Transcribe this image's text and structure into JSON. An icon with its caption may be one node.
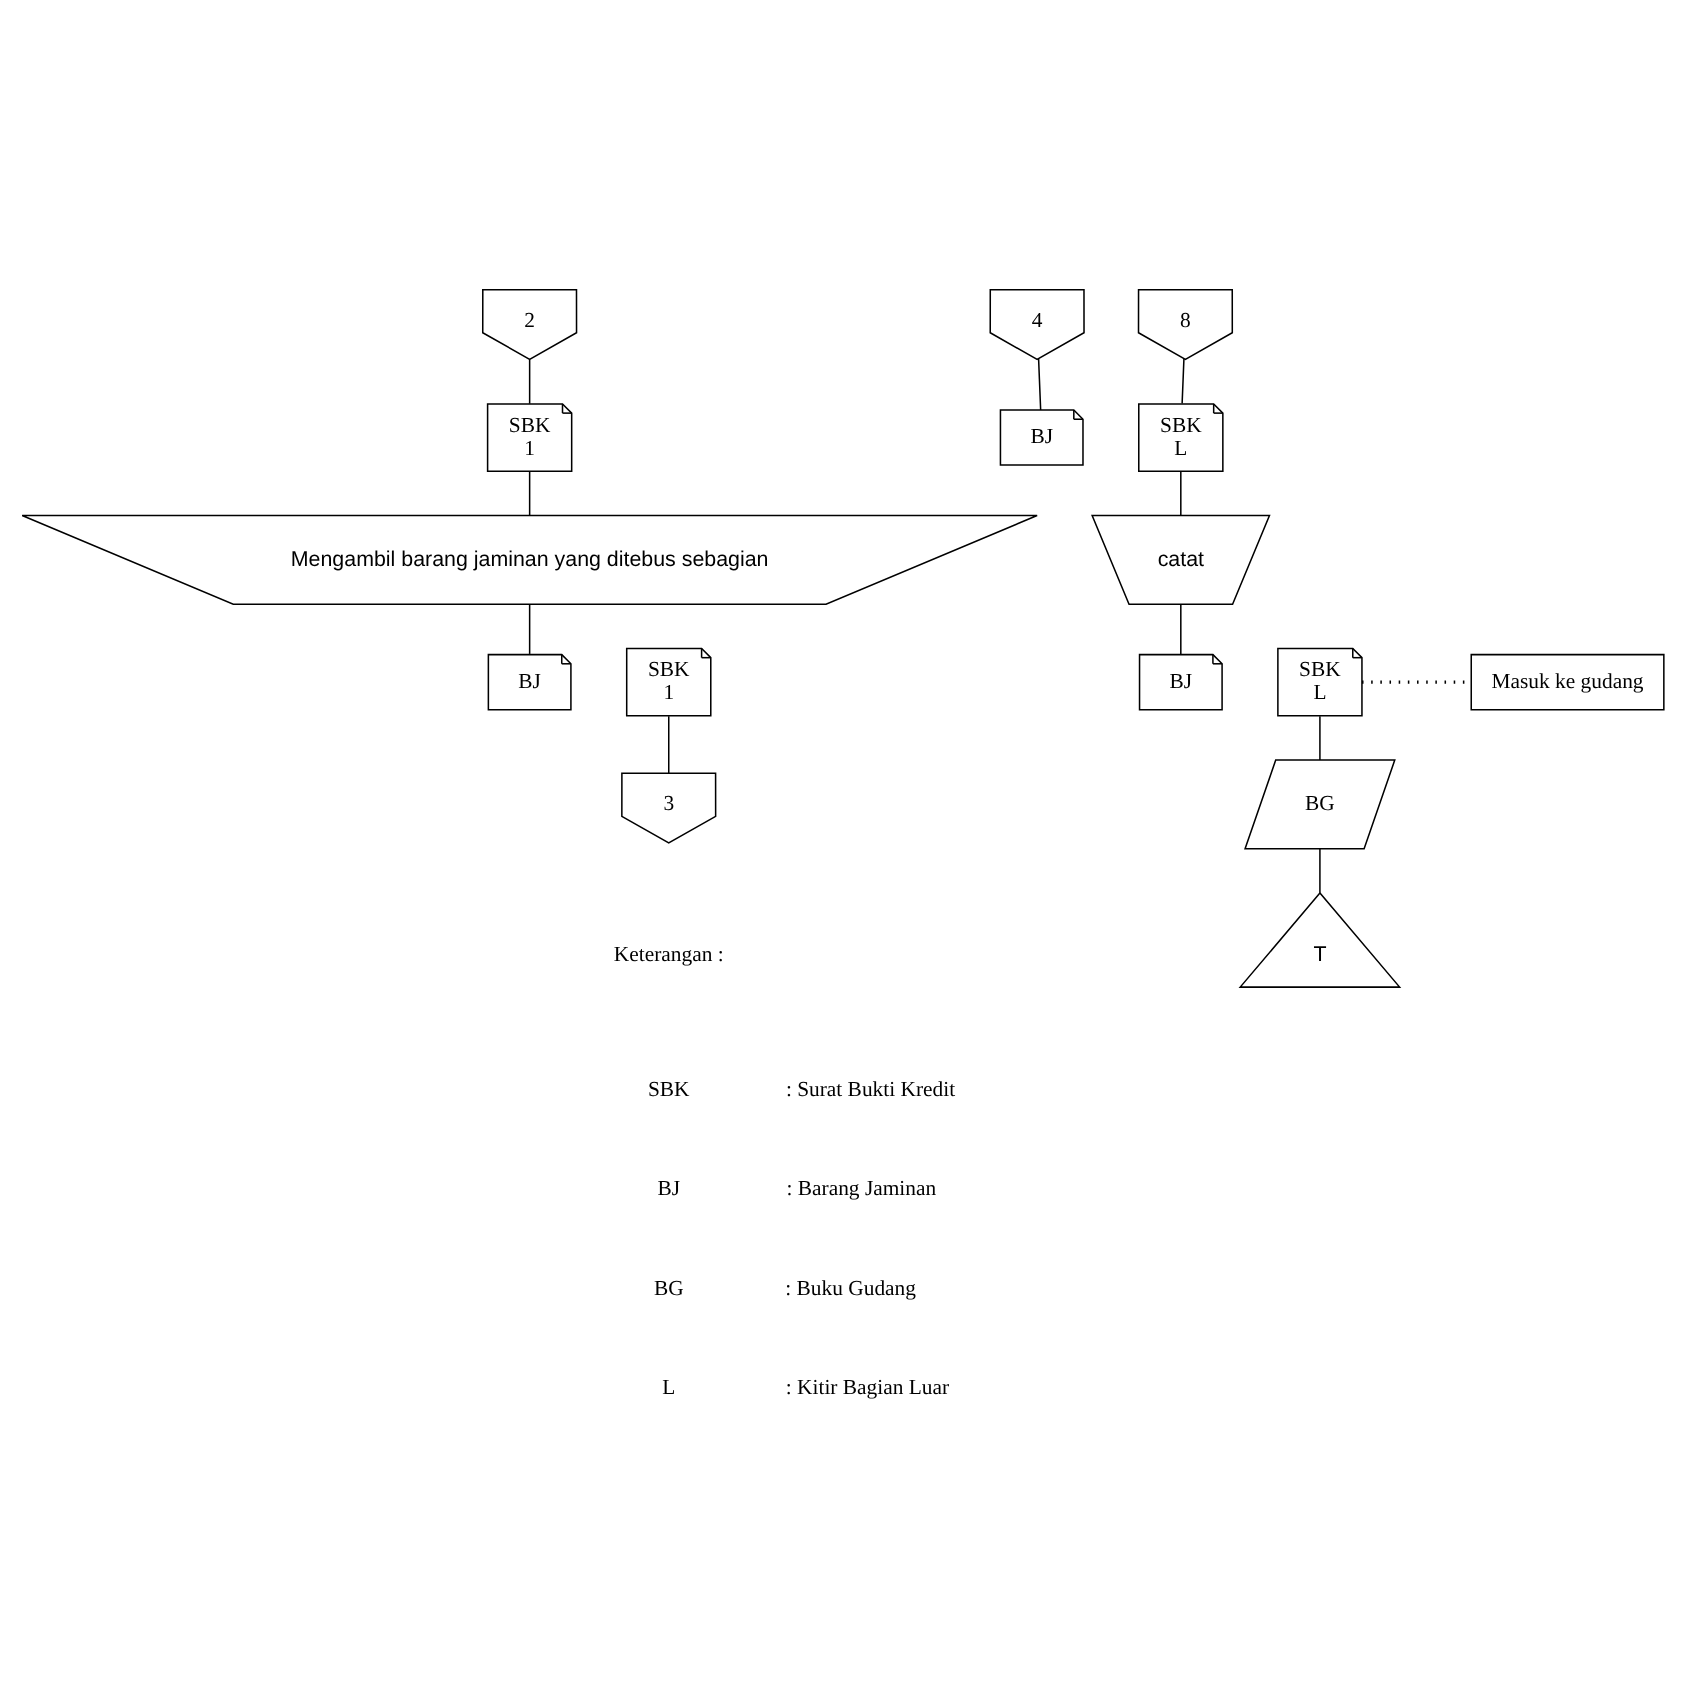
{
  "diagram": {
    "nodes": [
      {
        "text": [
          "2"
        ]
      },
      {
        "text": [
          "SBK",
          "1"
        ]
      },
      {
        "text": [
          "Mengambil barang jaminan yang ditebus sebagian"
        ]
      },
      {
        "text": [
          "BJ"
        ]
      },
      {
        "text": [
          "SBK",
          "1"
        ]
      },
      {
        "text": [
          "3"
        ]
      },
      {
        "text": [
          "4"
        ]
      },
      {
        "text": [
          "8"
        ]
      },
      {
        "text": [
          "BJ"
        ]
      },
      {
        "text": [
          "SBK",
          "L"
        ]
      },
      {
        "text": [
          "catat"
        ]
      },
      {
        "text": [
          "BJ"
        ]
      },
      {
        "text": [
          "SBK",
          "L"
        ]
      },
      {
        "text": [
          "Masuk ke gudang"
        ]
      },
      {
        "text": [
          "BG"
        ]
      },
      {
        "text": [
          "T"
        ]
      }
    ],
    "edges": [
      {
        "from": 0,
        "to": 1,
        "arrow": "none"
      },
      {
        "from": 1,
        "to": 2,
        "arrow": "none"
      },
      {
        "from": 2,
        "to": 3,
        "arrow": "none"
      },
      {
        "from": 4,
        "to": 5,
        "arrow": "none"
      },
      {
        "from": 6,
        "to": 8,
        "arrow": "none"
      },
      {
        "from": 7,
        "to": 9,
        "arrow": "none"
      },
      {
        "from": 9,
        "to": 10,
        "arrow": "none"
      },
      {
        "from": 10,
        "to": 11,
        "arrow": "none"
      },
      {
        "from": 12,
        "to": 13,
        "arrow": "none",
        "style": "dashed"
      },
      {
        "from": 12,
        "to": 14,
        "arrow": "none"
      },
      {
        "from": 14,
        "to": 15,
        "arrow": "none"
      }
    ],
    "labels": [
      "Keterangan :",
      "SBK",
      ": Surat Bukti Kredit",
      "BJ",
      ": Barang Jaminan",
      "BG",
      ": Buku Gudang",
      "L",
      ": Kitir Bagian Luar"
    ]
  }
}
